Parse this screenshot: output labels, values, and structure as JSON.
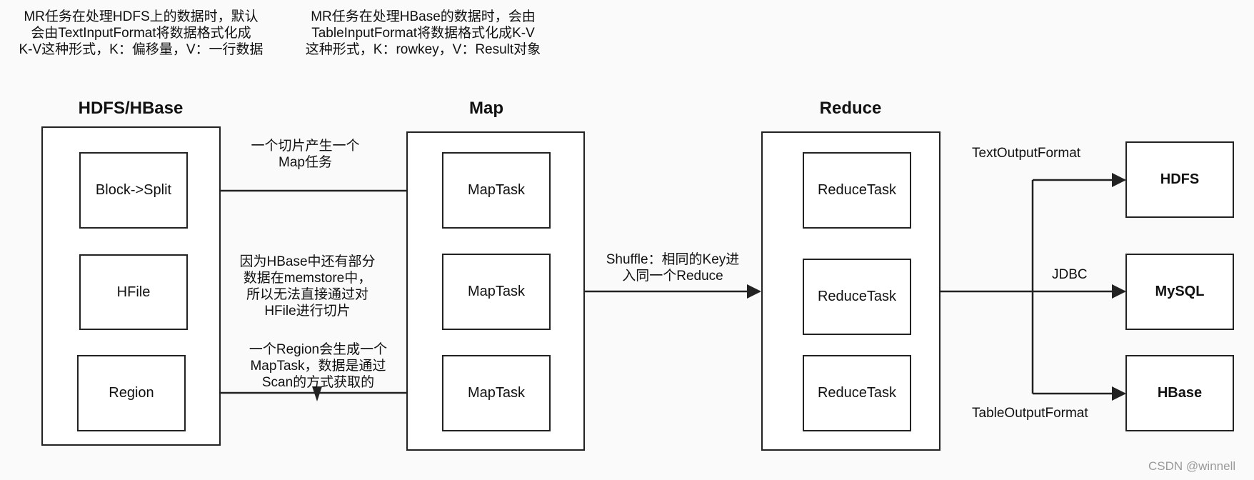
{
  "notes": {
    "hdfs_input": "MR任务在处理HDFS上的数据时，默认\n会由TextInputFormat将数据格式化成\nK-V这种形式，K：偏移量，V：一行数据",
    "hbase_input": "MR任务在处理HBase的数据时，会由\nTableInputFormat将数据格式化成K-V\n这种形式，K：rowkey，V：Result对象",
    "split_map": "一个切片产生一个\nMap任务",
    "hfile_reason": "因为HBase中还有部分\n数据在memstore中，\n所以无法直接通过对\nHFile进行切片",
    "region_maptask": "一个Region会生成一个\nMapTask，数据是通过\nScan的方式获取的",
    "shuffle": "Shuffle：相同的Key进\n入同一个Reduce"
  },
  "groups": {
    "source": {
      "title": "HDFS/HBase",
      "items": [
        "Block->Split",
        "HFile",
        "Region"
      ]
    },
    "map": {
      "title": "Map",
      "items": [
        "MapTask",
        "MapTask",
        "MapTask"
      ]
    },
    "reduce": {
      "title": "Reduce",
      "items": [
        "ReduceTask",
        "ReduceTask",
        "ReduceTask"
      ]
    }
  },
  "outputs": {
    "items": [
      "HDFS",
      "MySQL",
      "HBase"
    ],
    "labels": [
      "TextOutputFormat",
      "JDBC",
      "TableOutputFormat"
    ]
  },
  "watermark": "CSDN @winnell",
  "colors": {
    "line": "#222222",
    "background": "#fafafa",
    "box_fill": "#ffffff",
    "watermark": "#9a9a9a"
  }
}
